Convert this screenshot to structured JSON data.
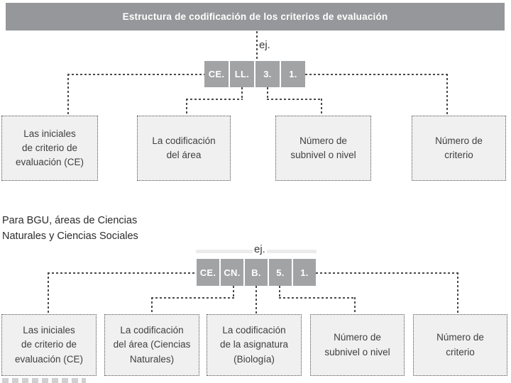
{
  "header": {
    "title": "Estructura de codificación de los criterios de evaluación"
  },
  "colors": {
    "header_bg": "#95979a",
    "code_box_bg": "#a1a3a5",
    "label_box_bg": "#f0f0f0",
    "connector": "#4a4a4a",
    "text": "#3f3f3f"
  },
  "diagram1": {
    "example_label": "ej.",
    "code_boxes": [
      "CE.",
      "LL.",
      "3.",
      "1."
    ],
    "label_boxes": [
      "Las iniciales\nde criterio de\nevaluación (CE)",
      "La codificación\ndel área",
      "Número de\nsubnivel o nivel",
      "Número de\ncriterio"
    ]
  },
  "section": {
    "label": "Para BGU, áreas de Ciencias\nNaturales y Ciencias Sociales"
  },
  "diagram2": {
    "example_label": "ej.",
    "code_boxes": [
      "CE.",
      "CN.",
      "B.",
      "5.",
      "1."
    ],
    "label_boxes": [
      "Las iniciales\nde criterio de\nevaluación (CE)",
      "La codificación\ndel área (Ciencias\nNaturales)",
      "La codificación\nde la asignatura\n(Biología)",
      "Número de\nsubnivel o nivel",
      "Número de\ncriterio"
    ]
  }
}
